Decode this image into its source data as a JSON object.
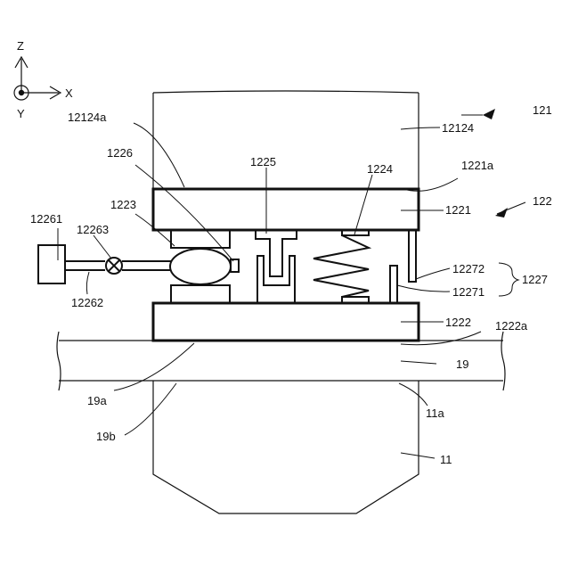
{
  "axes": {
    "z": "Z",
    "x": "X",
    "y": "Y"
  },
  "labels": {
    "l121": "121",
    "l12124": "12124",
    "l12124a": "12124a",
    "l1226": "1226",
    "l1225": "1225",
    "l1224": "1224",
    "l1221a": "1221a",
    "l122": "122",
    "l1223": "1223",
    "l1221": "1221",
    "l12261": "12261",
    "l12263": "12263",
    "l12262": "12262",
    "l12272": "12272",
    "l12271": "12271",
    "l1227": "1227",
    "l1222": "1222",
    "l1222a": "1222a",
    "l19": "19",
    "l19a": "19a",
    "l19b": "19b",
    "l11a": "11a",
    "l11": "11"
  }
}
